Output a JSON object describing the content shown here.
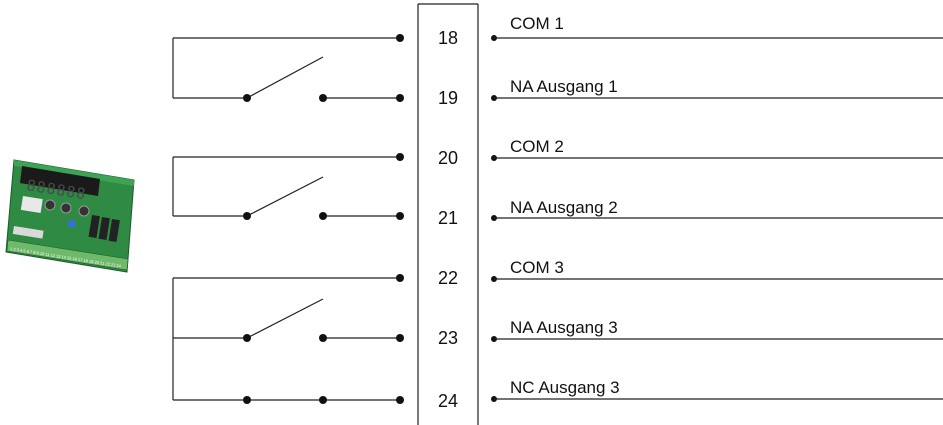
{
  "terminals": [
    {
      "number": "18",
      "label": "COM 1"
    },
    {
      "number": "19",
      "label": "NA Ausgang 1"
    },
    {
      "number": "20",
      "label": "COM 2"
    },
    {
      "number": "21",
      "label": "NA Ausgang 2"
    },
    {
      "number": "22",
      "label": "COM 3"
    },
    {
      "number": "23",
      "label": "NA Ausgang 3"
    },
    {
      "number": "24",
      "label": "NC Ausgang 3"
    }
  ],
  "device": {
    "display_digits": "888888",
    "terminal_strip_text": "1 2 3 4 5 6 7 8 9 10 11 12 13 14 15 16 17 18 19 20 21 22 23 24"
  },
  "colors": {
    "line": "#222222",
    "board": "#2f8a43",
    "display": "#1a1a1a"
  }
}
